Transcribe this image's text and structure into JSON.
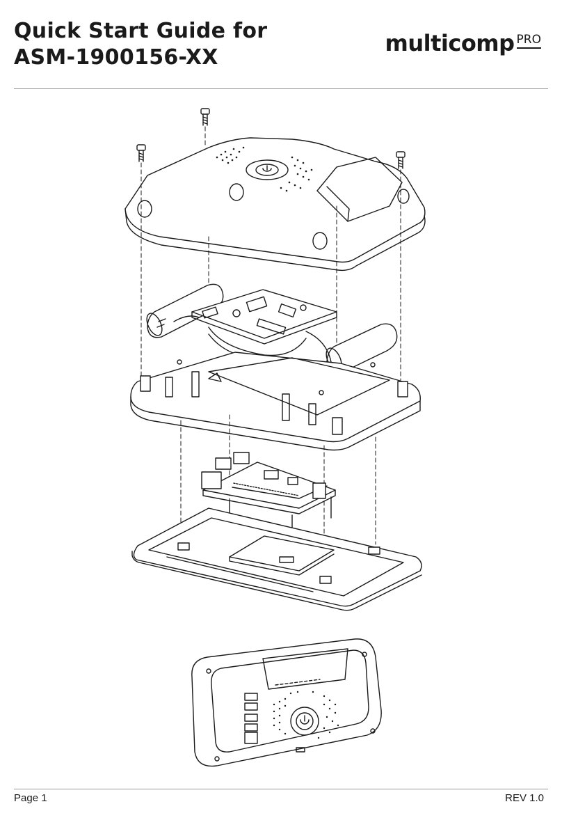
{
  "header": {
    "title_line1": "Quick Start Guide for",
    "title_line2": "ASM-1900156-XX",
    "logo": {
      "main": "multicomp",
      "suffix": "PRO"
    }
  },
  "footer": {
    "page": "Page 1",
    "revision": "REV 1.0"
  },
  "illustration": {
    "icons": [
      "screw-icon",
      "power-button-icon",
      "usb-port-icon",
      "ethernet-port-icon"
    ]
  }
}
